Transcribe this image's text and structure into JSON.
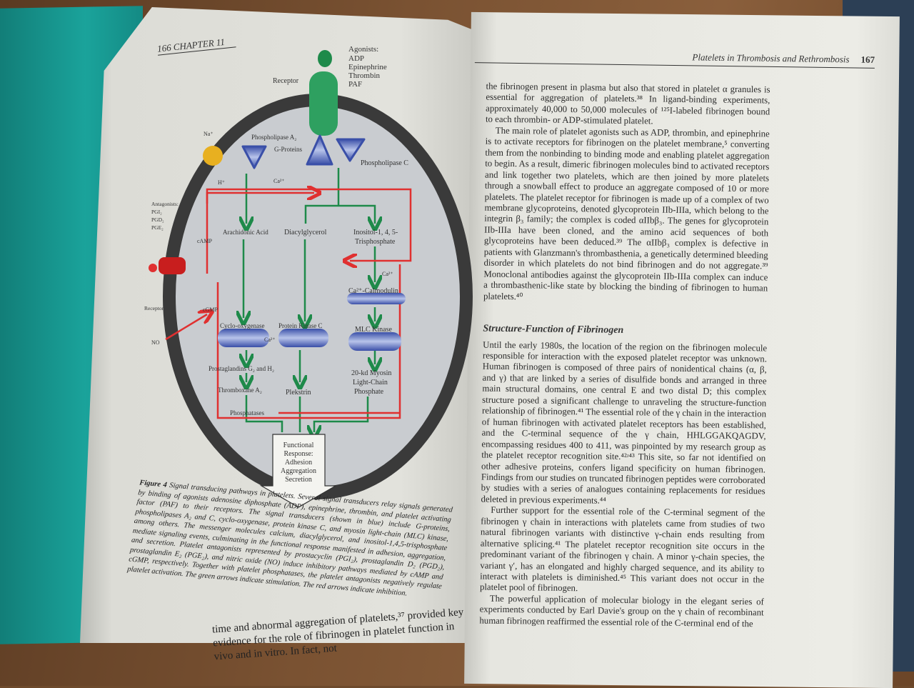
{
  "left_page": {
    "running_head": "166  CHAPTER 11",
    "figure": {
      "agonists_title": "Agonists:",
      "agonists": [
        "ADP",
        "Epinephrine",
        "Thrombin",
        "PAF"
      ],
      "receptor": "Receptor",
      "na": "Na⁺",
      "h": "H⁺",
      "phospholipase_a2": "Phospholipase A₂",
      "g_proteins": "G-Proteins",
      "phospholipase_c": "Phospholipase C",
      "ca_top": "Ca²⁺",
      "antagonists_title": "Antagonists:",
      "antagonists": [
        "PGI₂",
        "PGD₂",
        "PGE₂"
      ],
      "camp": "cAMP",
      "cgmp": "cGMP",
      "receptor_left": "Receptor",
      "no": "NO",
      "arachidonic_acid": "Arachidonic Acid",
      "diacylglycerol": "Diacylglycerol",
      "inositol_1": "Inositol-1, 4, 5-",
      "inositol_2": "Trisphosphate",
      "ca_mid": "Ca²⁺",
      "ca_calmodulin": "Ca²⁺-Calmodulin",
      "cyclooxygenase": "Cyclo-oxygenase",
      "ca_pkc": "Ca²⁺",
      "protein_kinase_c": "Protein Kinase C",
      "mlc_kinase": "MLC Kinase",
      "prostaglandins": "Prostaglandins G₂ and H₂",
      "thromboxane": "Thromboxane A₂",
      "pleckstrin": "Plekstrin",
      "myosin": [
        "20-kd Myosin",
        "Light-Chain",
        "Phosphate"
      ],
      "phosphatases": "Phosphatases",
      "response": [
        "Functional",
        "Response:",
        "Adhesion",
        "Aggregation",
        "Secretion"
      ]
    },
    "caption_label": "Figure 4",
    "caption": "Signal transducing pathways in platelets. Several signal transducers relay signals generated by binding of agonists adenosine diphosphate (ADP), epinephrine, thrombin, and platelet activating factor (PAF) to their receptors. The signal transducers (shown in blue) include G-proteins, phospholipases A₂ and C, cyclo-oxygenase, protein kinase C, and myosin light-chain (MLC) kinase, among others. The messenger molecules calcium, diacylglycerol, and inositol-1,4,5-trisphosphate mediate signaling events, culminating in the functional response manifested in adhesion, aggregation, and secretion. Platelet antagonists represented by prostacyclin (PGI₂), prostaglandin D₂ (PGD₂), prostaglandin E₂ (PGE₂), and nitric oxide (NO) induce inhibitory pathways mediated by cAMP and cGMP, respectively. Together with platelet phosphatases, the platelet antagonists negatively regulate platelet activation. The green arrows indicate stimulation. The red arrows indicate inhibition.",
    "bottom_text": "time and abnormal aggregation of platelets,³⁷ provided key evidence for the role of fibrinogen in platelet function in vivo and in vitro. In fact, not"
  },
  "right_page": {
    "running_head": "Platelets in Thrombosis and Rethrombosis",
    "page_number": "167",
    "paragraphs_before": [
      "the fibrinogen present in plasma but also that stored in platelet α granules is essential for aggregation of platelets.³⁸ In ligand-binding experiments, approximately 40,000 to 50,000 molecules of ¹²⁵I-labeled fibrinogen bound to each thrombin- or ADP-stimulated platelet.",
      "The main role of platelet agonists such as ADP, thrombin, and epinephrine is to activate receptors for fibrinogen on the platelet membrane,⁵ converting them from the nonbinding to binding mode and enabling platelet aggregation to begin. As a result, dimeric fibrinogen molecules bind to activated receptors and link together two platelets, which are then joined by more platelets through a snowball effect to produce an aggregate composed of 10 or more platelets. The platelet receptor for fibrinogen is made up of a complex of two membrane glycoproteins, denoted glycoprotein IIb-IIIa, which belong to the integrin β₃ family; the complex is coded αIIbβ₃. The genes for glycoprotein IIb-IIIa have been cloned, and the amino acid sequences of both glycoproteins have been deduced.³⁹ The αIIbβ₃ complex is defective in patients with Glanzmann's thrombasthenia, a genetically determined bleeding disorder in which platelets do not bind fibrinogen and do not aggregate.³⁹ Monoclonal antibodies against the glycoprotein IIb-IIIa complex can induce a thrombasthenic-like state by blocking the binding of fibrinogen to human platelets.⁴⁰"
    ],
    "section_heading": "Structure-Function of Fibrinogen",
    "paragraphs_after": [
      "Until the early 1980s, the location of the region on the fibrinogen molecule responsible for interaction with the exposed platelet receptor was unknown. Human fibrinogen is composed of three pairs of nonidentical chains (α, β, and γ) that are linked by a series of disulfide bonds and arranged in three main structural domains, one central E and two distal D; this complex structure posed a significant challenge to unraveling the structure-function relationship of fibrinogen.⁴¹ The essential role of the γ chain in the interaction of human fibrinogen with activated platelet receptors has been established, and the C-terminal sequence of the γ chain, HHLGGAKQAGDV, encompassing residues 400 to 411, was pinpointed by my research group as the platelet receptor recognition site.⁴²ʴ⁴³ This site, so far not identified on other adhesive proteins, confers ligand specificity on human fibrinogen. Findings from our studies on truncated fibrinogen peptides were corroborated by studies with a series of analogues containing replacements for residues deleted in previous experiments.⁴⁴",
      "Further support for the essential role of the C-terminal segment of the fibrinogen γ chain in interactions with platelets came from studies of two natural fibrinogen variants with distinctive γ-chain ends resulting from alternative splicing.⁴¹ The platelet receptor recognition site occurs in the predominant variant of the fibrinogen γ chain. A minor γ-chain species, the variant γ′, has an elongated and highly charged sequence, and its ability to interact with platelets is diminished.⁴⁵ This variant does not occur in the platelet pool of fibrinogen.",
      "The powerful application of molecular biology in the elegant series of experiments conducted by Earl Davie's group on the γ chain of recombinant human fibrinogen reaffirmed the essential role of the C-terminal end of the"
    ]
  },
  "colors": {
    "cover": "#1aa39b",
    "green": "#1e8a4a",
    "red": "#e03030",
    "blue": "#4a5fb0",
    "membrane": "#3a3a3a"
  }
}
